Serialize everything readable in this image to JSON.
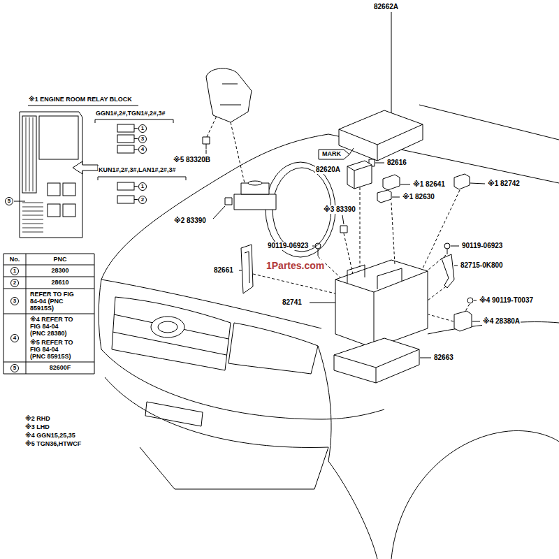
{
  "diagram": {
    "nodes": [
      {
        "text": [
          "1"
        ]
      },
      {
        "text": [
          "3"
        ]
      },
      {
        "text": [
          "4"
        ]
      },
      {
        "text": [
          "1"
        ]
      },
      {
        "text": [
          "2"
        ]
      },
      {
        "text": [
          "5"
        ]
      },
      {
        "text": [
          "1"
        ]
      },
      {
        "text": [
          "2"
        ]
      },
      {
        "text": [
          "3"
        ]
      },
      {
        "text": [
          "4"
        ]
      },
      {
        "text": [
          "5"
        ]
      }
    ],
    "labels": [
      "※1 ENGINE ROOM RELAY BLOCK",
      "GGN1#,2#,TGN1#,2#,3#",
      "KUN1#,2#,3#,LAN1#,2#,3#",
      "No.",
      "PNC",
      "28300",
      "28610",
      "REFER TO FIG 84-04 (PNC 85915S)",
      "※4 REFER TO FIG 84-04 (PNC 28380)",
      "※5 REFER TO FIG 84-04 (PNC 85915S)",
      "82600F",
      "※2 RHD",
      "※3 LHD",
      "※4 GGN15,25,35",
      "※5 TGN36,HTWCF",
      "82662A",
      "MARK",
      "82616",
      "82620A",
      "※1 82641",
      "※1 82630",
      "※1 82742",
      "※5 83320B",
      "※2 83390",
      "※3 83390",
      "90119-06923",
      "90119-06923",
      "82715-0K800",
      "82661",
      "82741",
      "※4 90119-T0037",
      "※4 28380A",
      "82663",
      "1Partes.com"
    ]
  }
}
